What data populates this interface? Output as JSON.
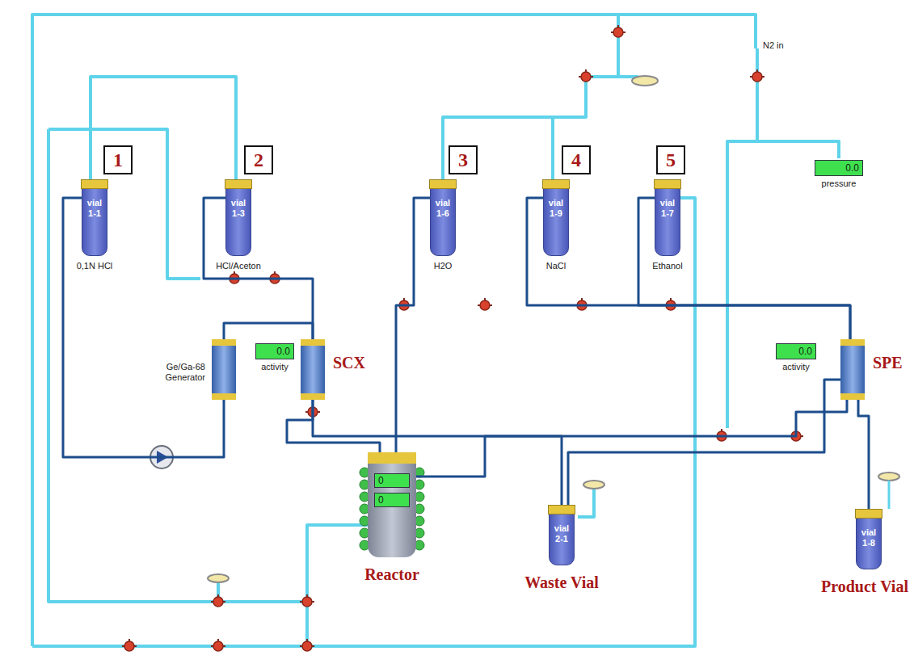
{
  "diagram": {
    "nodes": [
      {
        "text": [
          "1"
        ]
      },
      {
        "text": [
          "vial 1-1",
          "0,1N HCl"
        ]
      },
      {
        "text": [
          "2"
        ]
      },
      {
        "text": [
          "vial 1-3",
          "HCl/Aceton"
        ]
      },
      {
        "text": [
          "3"
        ]
      },
      {
        "text": [
          "vial 1-6",
          "H2O"
        ]
      },
      {
        "text": [
          "4"
        ]
      },
      {
        "text": [
          "vial 1-9",
          "NaCl"
        ]
      },
      {
        "text": [
          "5"
        ]
      },
      {
        "text": [
          "vial 1-7",
          "Ethanol"
        ]
      },
      {
        "text": [
          "0.0",
          "pressure"
        ]
      },
      {
        "text": [
          "Ge/Ga-68 Generator"
        ]
      },
      {
        "text": [
          "0.0",
          "activity"
        ]
      },
      {
        "text": [
          "SCX"
        ]
      },
      {
        "text": [
          "0.0",
          "activity"
        ]
      },
      {
        "text": [
          "SPE"
        ]
      },
      {
        "text": [
          "0",
          "0",
          "Reactor"
        ]
      },
      {
        "text": [
          "vial 2-1",
          "Waste Vial"
        ]
      },
      {
        "text": [
          "vial 1-8",
          "Product Vial"
        ]
      }
    ],
    "edges": [
      {
        "from": 1,
        "to": 11,
        "arrow": "none"
      },
      {
        "from": 3,
        "to": 13,
        "arrow": "none"
      },
      {
        "from": 11,
        "to": 13,
        "arrow": "none"
      },
      {
        "from": 13,
        "to": 16,
        "arrow": "none"
      },
      {
        "from": 13,
        "to": 17,
        "arrow": "none"
      },
      {
        "from": 5,
        "to": 16,
        "arrow": "none"
      },
      {
        "from": 7,
        "to": 15,
        "arrow": "none"
      },
      {
        "from": 9,
        "to": 15,
        "arrow": "none"
      },
      {
        "from": 16,
        "to": 15,
        "arrow": "none"
      },
      {
        "from": 15,
        "to": 18,
        "arrow": "none"
      },
      {
        "from": 15,
        "to": 17,
        "arrow": "none"
      }
    ],
    "labels": [
      "N2 in"
    ]
  }
}
